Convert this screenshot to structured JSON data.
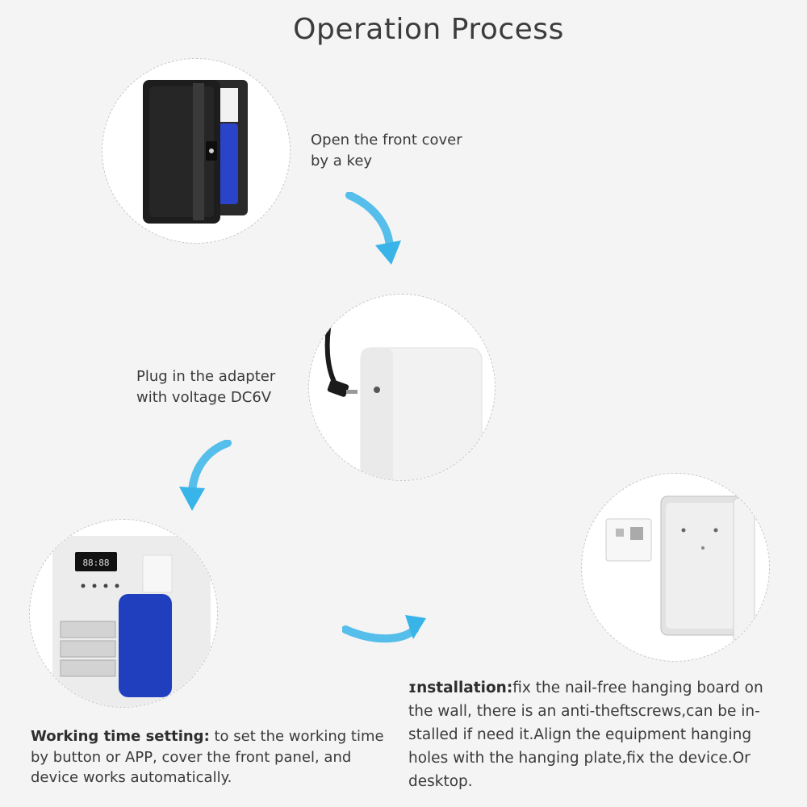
{
  "page": {
    "title": "Operation Process"
  },
  "steps": [
    {
      "caption_line1": "Open the front cover",
      "caption_line2": "by a key"
    },
    {
      "caption_line1": "Plug in the adapter",
      "caption_line2": "with voltage DC6V"
    },
    {
      "label": "Working time setting:",
      "text": " to set the working time by button or APP, cover the front panel, and device works automatically."
    },
    {
      "label": "ɪnstallation:",
      "text": "fix the nail-free hanging board on the wall, there is an anti-theftscrews,can be in-stalled if need it.Align the equipment hanging holes with the hanging plate,fix the device.Or desktop."
    }
  ],
  "display": {
    "digits": "88:88"
  },
  "colors": {
    "arrow": "#39b4e8",
    "bottle": "#1f3fbf",
    "dispenser": "#1a1a1a"
  },
  "icons": [
    "arrow-down-icon",
    "arrow-down-left-icon",
    "arrow-right-icon"
  ]
}
